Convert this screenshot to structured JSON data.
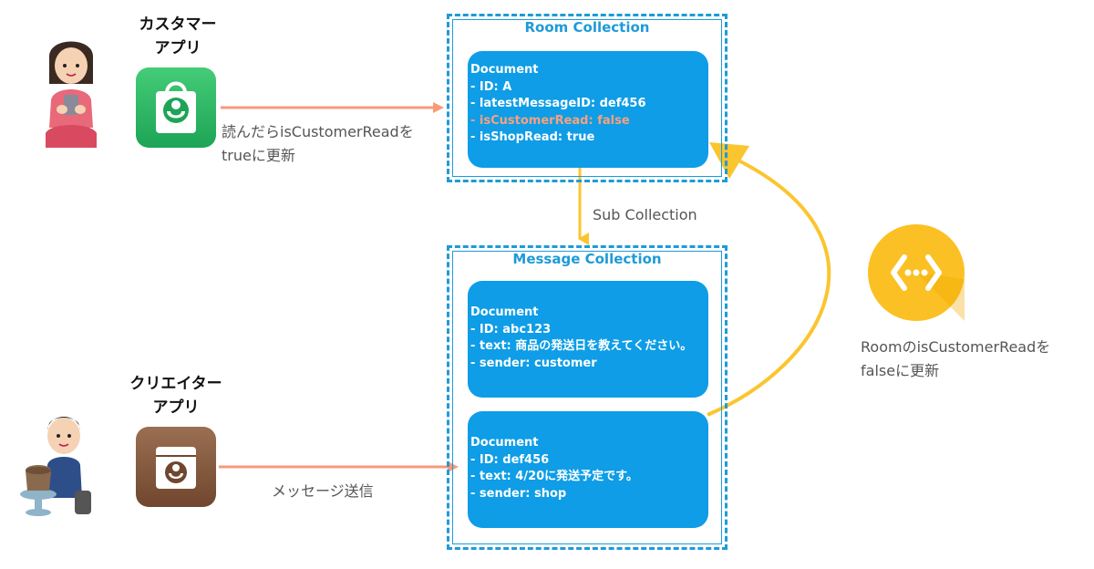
{
  "apps": {
    "customer": {
      "title_lines": [
        "カスタマー",
        "アプリ"
      ]
    },
    "creator": {
      "title_lines": [
        "クリエイター",
        "アプリ"
      ]
    }
  },
  "labels": {
    "customer_action": [
      "読んだらisCustomerReadを",
      "trueに更新"
    ],
    "creator_action": "メッセージ送信",
    "sub_collection": "Sub Collection",
    "function_action": [
      "RoomのisCustomerReadを",
      "falseに更新"
    ]
  },
  "room_collection": {
    "title": "Room Collection",
    "document": {
      "header": "Document",
      "fields": [
        "- ID: A",
        "- latestMessageID: def456",
        "- isCustomerRead: false",
        "- isShopRead: true"
      ]
    }
  },
  "message_collection": {
    "title": "Message Collection",
    "documents": [
      {
        "header": "Document",
        "fields": [
          "- ID: abc123",
          "- text: 商品の発送日を教えてください。",
          "- sender: customer"
        ]
      },
      {
        "header": "Document",
        "fields": [
          "- ID: def456",
          "- text: 4/20に発送予定です。",
          "- sender: shop"
        ]
      }
    ]
  },
  "colors": {
    "collection_border": "#1e9bd7",
    "document_fill": "#0e9de6",
    "highlight_text": "#f7a27f",
    "orange_arrow": "#f79a7a",
    "yellow_arrow": "#fbc52f",
    "function_icon": "#fbc023"
  },
  "icons": {
    "customer_app": "shopping-bag-app-icon",
    "creator_app": "box-app-icon",
    "function": "cloud-functions-icon",
    "customer_person": "woman-with-phone-illustration",
    "creator_person": "potter-illustration"
  }
}
